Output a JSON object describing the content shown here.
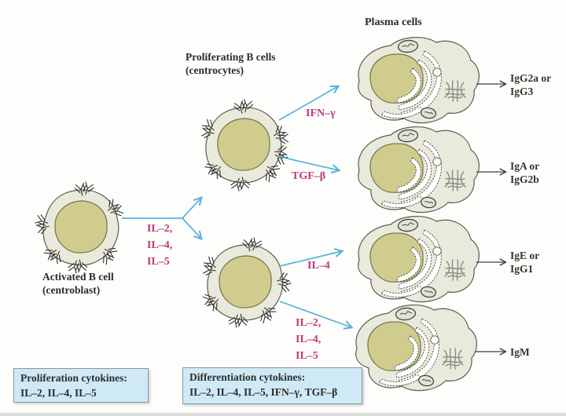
{
  "headings": {
    "plasma_cells": "Plasma cells",
    "proliferating_1": "Proliferating B cells",
    "proliferating_2": "(centrocytes)",
    "activated_1": "Activated B cell",
    "activated_2": "(centroblast)"
  },
  "cytokines": {
    "branch_lines": [
      "IL–2,",
      "IL–4,",
      "IL–5"
    ],
    "ifn_gamma": "IFN–γ",
    "tgf_beta": "TGF–β",
    "il4": "IL–4",
    "igm_path_lines": [
      "IL–2,",
      "IL–4,",
      "IL–5"
    ]
  },
  "antibody_outputs": [
    {
      "line1": "IgG2a or",
      "line2": "IgG3"
    },
    {
      "line1": "IgA or",
      "line2": "IgG2b"
    },
    {
      "line1": "IgE or",
      "line2": "IgG1"
    },
    {
      "line1": "IgM",
      "line2": ""
    }
  ],
  "legend_boxes": {
    "proliferation": {
      "title": "Proliferation cytokines:",
      "list": "IL–2, IL–4, IL–5"
    },
    "differentiation": {
      "title": "Differentiation cytokines:",
      "list": "IL–2, IL–4, IL–5, IFN–γ, TGF–β"
    }
  },
  "colors": {
    "magenta": "#bf3a7c",
    "arrow-blue": "#58b4d8",
    "box-fill": "#cfe9f7",
    "cell-fill": "#e9eadb",
    "nucleus-fill": "#cfcc8e",
    "cell-stroke": "#5c5c50",
    "nucleus-stroke": "#73734c",
    "text-dark": "#2b2b27"
  }
}
